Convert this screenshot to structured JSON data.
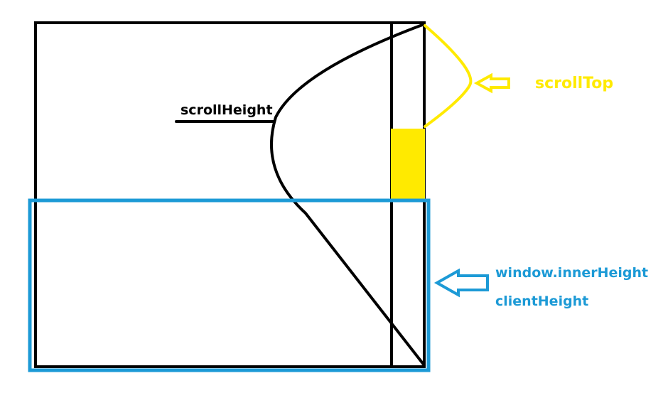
{
  "labels": {
    "scroll_height": "scrollHeight",
    "scroll_top": "scrollTop",
    "window_inner_height": "window.innerHeight",
    "client_height": "clientHeight"
  },
  "colors": {
    "outline": "#000000",
    "scroll_top": "#ffea00",
    "viewport": "#1c9ad6",
    "background": "#ffffff"
  }
}
